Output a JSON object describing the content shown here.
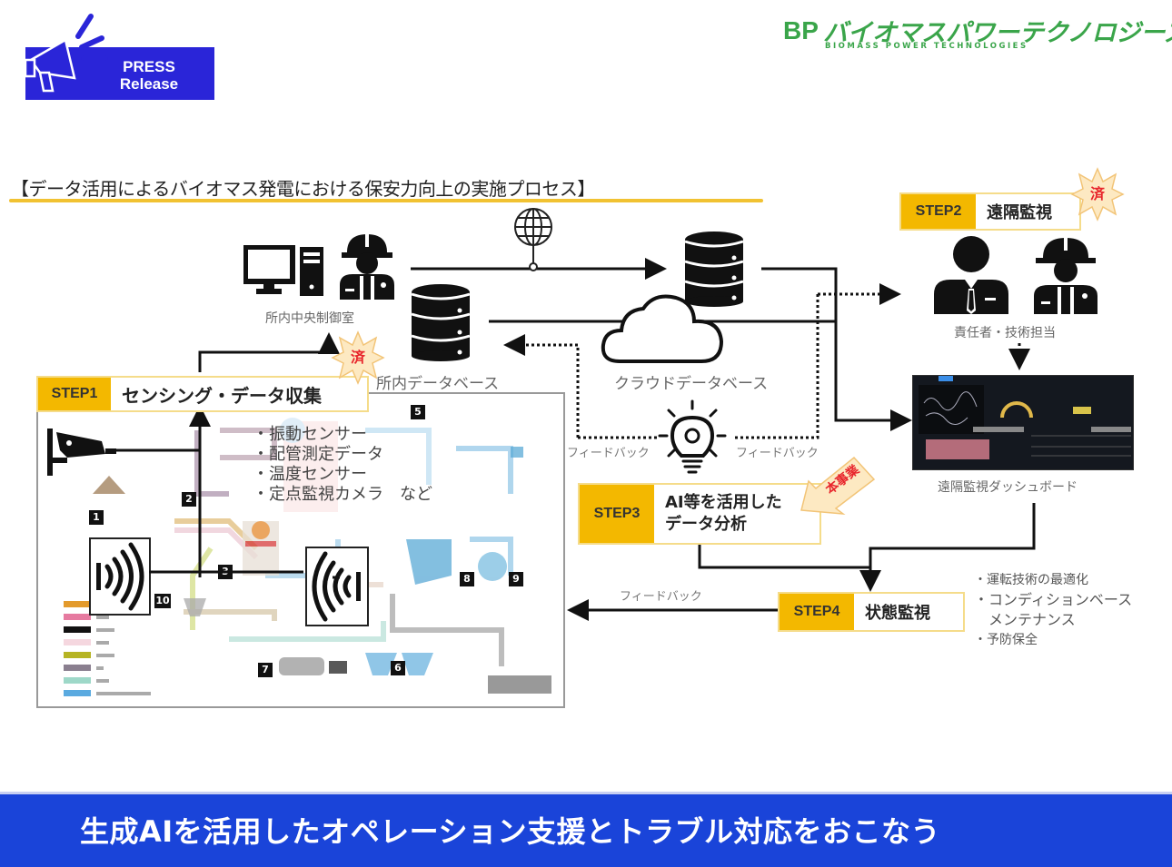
{
  "header": {
    "press_badge": {
      "line1": "PRESS",
      "line2": "Release",
      "icon": "megaphone-icon"
    },
    "logo": {
      "mark": "BP",
      "name_jp": "バイオマスパワーテクノロジーズ",
      "name_en": "BIOMASS POWER TECHNOLOGIES"
    }
  },
  "diagram": {
    "title": "【データ活用によるバイオマス発電における保安力向上の実施プロセス】",
    "nodes": {
      "control_room": {
        "label": "所内中央制御室",
        "icons": [
          "computer-icon",
          "worker-icon"
        ]
      },
      "onsite_db": {
        "label": "所内データベース",
        "icon": "database-icon"
      },
      "cloud_db": {
        "label": "クラウドデータベース",
        "icons": [
          "cloud-icon",
          "database-icon"
        ]
      },
      "internet": {
        "icon": "globe-icon"
      },
      "responsible": {
        "label": "責任者・技術担当",
        "icons": [
          "manager-icon",
          "worker-icon"
        ]
      },
      "dashboard": {
        "label": "遠隔監視ダッシュボード"
      },
      "insight": {
        "icon": "lightbulb-icon"
      }
    },
    "feedback_labels": {
      "left": "フィードバック",
      "right": "フィードバック",
      "bottom": "フィードバック"
    },
    "steps": [
      {
        "tag": "STEP1",
        "name": "センシング・データ収集",
        "badge": "済"
      },
      {
        "tag": "STEP2",
        "name": "遠隔監視",
        "badge": "済"
      },
      {
        "tag": "STEP3",
        "name_line1": "AI等を活用した",
        "name_line2": "データ分析",
        "badge": "本事業"
      },
      {
        "tag": "STEP4",
        "name": "状態監視"
      }
    ],
    "sensor_list": [
      "・振動センサー",
      "・配管測定データ",
      "・温度センサー",
      "・定点監視カメラ　など"
    ],
    "plant_numbers": [
      "1",
      "2",
      "3",
      "5",
      "6",
      "7",
      "8",
      "9",
      "10"
    ],
    "outcomes": [
      "・運転技術の最適化",
      "・コンディションベース",
      "　メンテナンス",
      "・予防保全"
    ],
    "colors": {
      "step_tag": "#f3b800",
      "step_border": "#f5dc8a",
      "badge_red": "#e8262c",
      "footer": "#1a44d9",
      "press": "#2a25d8",
      "logo": "#3aa54a"
    }
  },
  "footer": {
    "caption": "生成AIを活用したオペレーション支援とトラブル対応をおこなう"
  }
}
